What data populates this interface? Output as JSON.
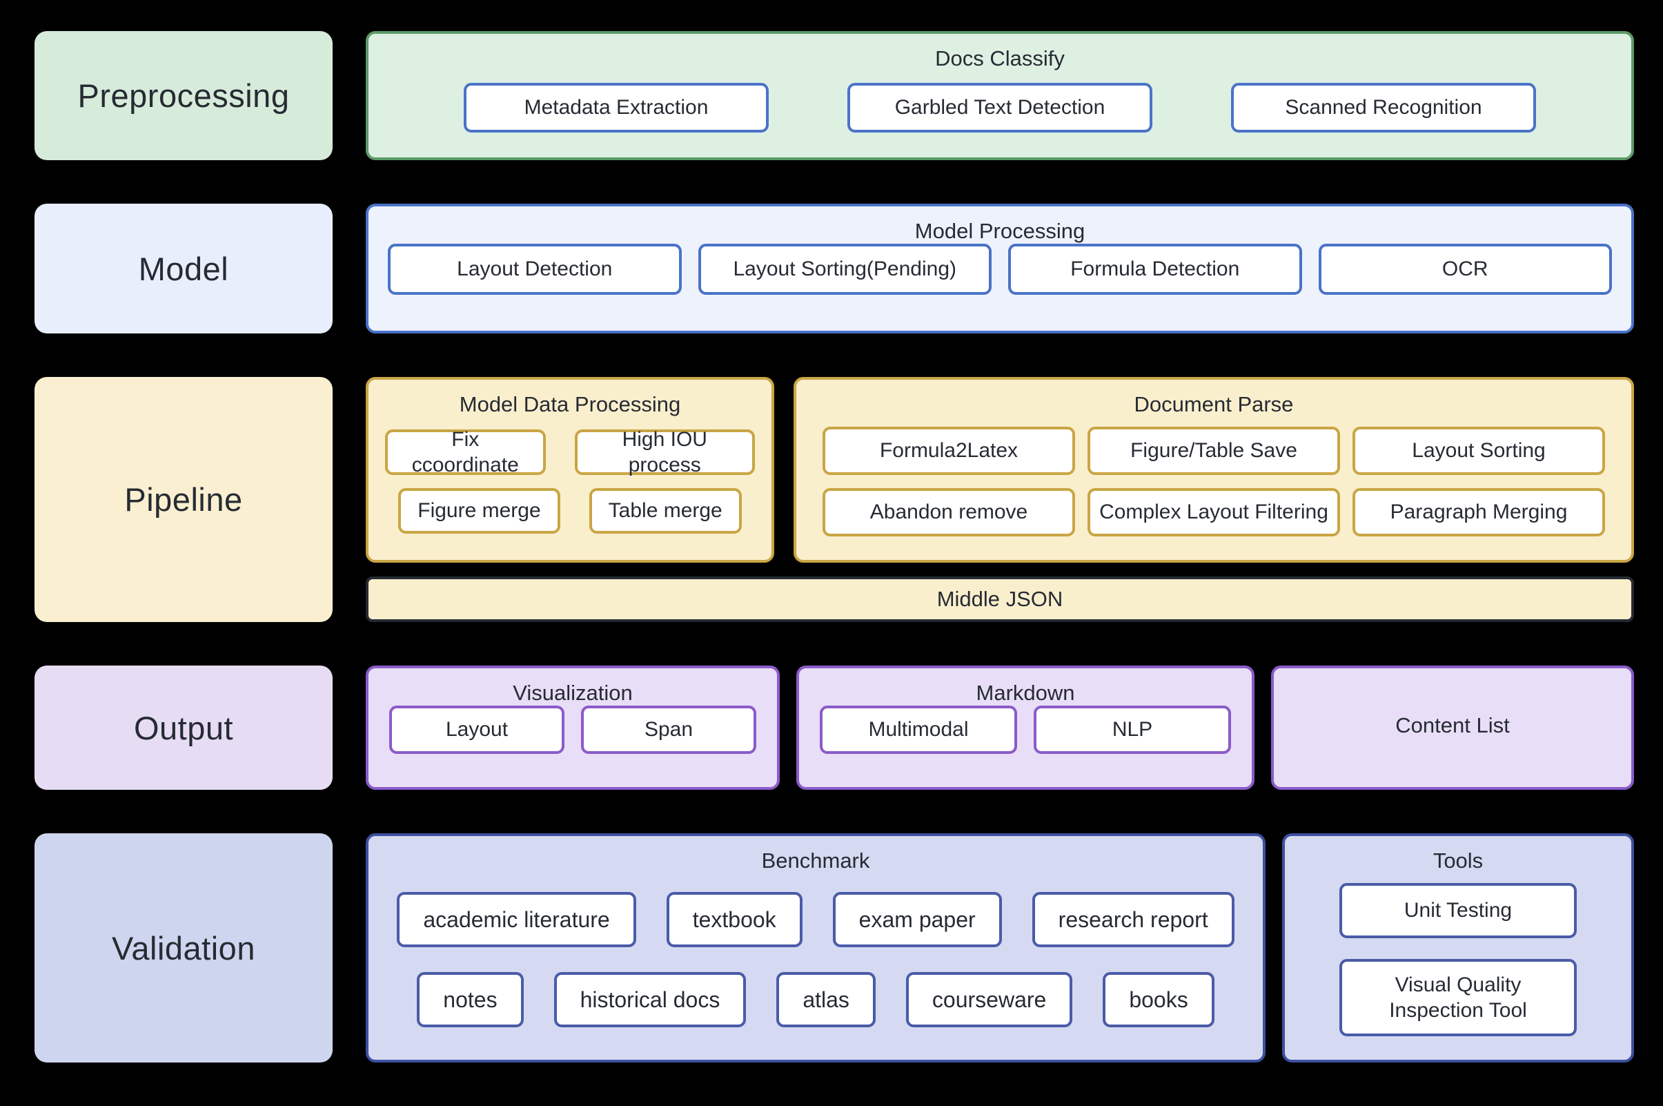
{
  "palette": {
    "background": "#000000",
    "text": "#262b33",
    "green": {
      "label_bg": "#d7ebdb",
      "panel_bg": "#def0e2",
      "border": "#5b9b68",
      "chip_border": "#4a73c8"
    },
    "blue": {
      "label_bg": "#e8eefb",
      "panel_bg": "#eef2fc",
      "border": "#4a73c8",
      "chip_border": "#4a73c8"
    },
    "yellow": {
      "label_bg": "#faf0d1",
      "panel_bg": "#faefcd",
      "border": "#c9a544",
      "chip_border": "#c9a544"
    },
    "purple": {
      "label_bg": "#e6dcf4",
      "panel_bg": "#e9def7",
      "border": "#8a5bc9",
      "chip_border": "#8a5bc9"
    },
    "indigo": {
      "label_bg": "#ced5ee",
      "panel_bg": "#d5daf2",
      "border": "#3e50a0",
      "chip_border": "#4a5ba8"
    }
  },
  "rows": {
    "preprocessing": {
      "label": "Preprocessing",
      "docs_classify": {
        "title": "Docs Classify",
        "buttons": [
          "Metadata Extraction",
          "Garbled Text Detection",
          "Scanned Recognition"
        ]
      }
    },
    "model": {
      "label": "Model",
      "model_processing": {
        "title": "Model Processing",
        "buttons": [
          "Layout Detection",
          "Layout Sorting(Pending)",
          "Formula Detection",
          "OCR"
        ]
      }
    },
    "pipeline": {
      "label": "Pipeline",
      "model_data_processing": {
        "title": "Model Data Processing",
        "row1": [
          "Fix ccoordinate",
          "High IOU process"
        ],
        "row2": [
          "Figure merge",
          "Table merge"
        ]
      },
      "document_parse": {
        "title": "Document Parse",
        "row1": [
          "Formula2Latex",
          "Figure/Table Save",
          "Layout Sorting"
        ],
        "row2": [
          "Abandon remove",
          "Complex Layout Filtering",
          "Paragraph Merging"
        ]
      },
      "middle_json": {
        "title": "Middle JSON"
      }
    },
    "output": {
      "label": "Output",
      "visualization": {
        "title": "Visualization",
        "buttons": [
          "Layout",
          "Span"
        ]
      },
      "markdown": {
        "title": "Markdown",
        "buttons": [
          "Multimodal",
          "NLP"
        ]
      },
      "content_list": {
        "title": "Content List"
      }
    },
    "validation": {
      "label": "Validation",
      "benchmark": {
        "title": "Benchmark",
        "row1": [
          "academic literature",
          "textbook",
          "exam paper",
          "research report"
        ],
        "row2": [
          "notes",
          "historical docs",
          "atlas",
          "courseware",
          "books"
        ]
      },
      "tools": {
        "title": "Tools",
        "buttons": [
          "Unit Testing",
          "Visual Quality Inspection Tool"
        ]
      }
    }
  }
}
